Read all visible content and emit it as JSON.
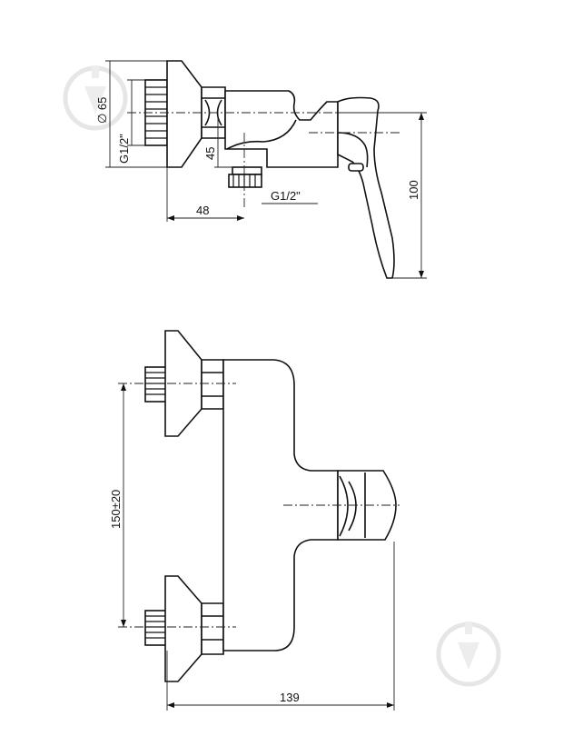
{
  "dimensions": {
    "side_diameter": "∅ 65",
    "side_thread": "G1/2\"",
    "side_height_45": "45",
    "outlet_thread": "G1/2\"",
    "offset_48": "48",
    "height_100": "100",
    "spacing": "150±20",
    "width_139": "139"
  },
  "colors": {
    "line": "#111111",
    "watermark": "#e6e6e6"
  }
}
